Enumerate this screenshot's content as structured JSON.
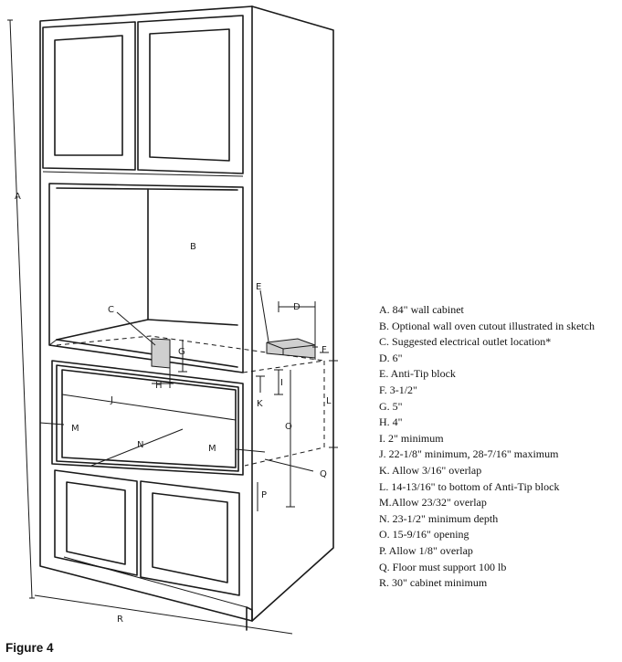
{
  "figure_caption": "Figure 4",
  "callout_letters": [
    "A",
    "B",
    "C",
    "D",
    "E",
    "F",
    "G",
    "H",
    "I",
    "J",
    "K",
    "L",
    "M",
    "N",
    "O",
    "P",
    "Q",
    "R"
  ],
  "legend": [
    {
      "text": "A. 84\" wall cabinet"
    },
    {
      "text": "B. Optional wall oven cutout illustrated in sketch"
    },
    {
      "text": "C. Suggested electrical outlet location*"
    },
    {
      "text": "D. 6\""
    },
    {
      "text": "E. Anti-Tip block"
    },
    {
      "text": "F.  3-1/2\""
    },
    {
      "text": "G. 5\""
    },
    {
      "text": "H. 4\""
    },
    {
      "text": "I.  2\" minimum"
    },
    {
      "text": "J.  22-1/8\" minimum, 28-7/16\" maximum"
    },
    {
      "text": "K. Allow 3/16\" overlap"
    },
    {
      "text": "L.  14-13/16\" to bottom of Anti-Tip block"
    },
    {
      "text": "M.Allow 23/32\" overlap"
    },
    {
      "text": "N. 23-1/2\" minimum depth"
    },
    {
      "text": "O. 15-9/16\" opening"
    },
    {
      "text": "P.  Allow 1/8\" overlap"
    },
    {
      "text": "Q. Floor must support 100 lb"
    },
    {
      "text": "R. 30\" cabinet minimum"
    }
  ]
}
